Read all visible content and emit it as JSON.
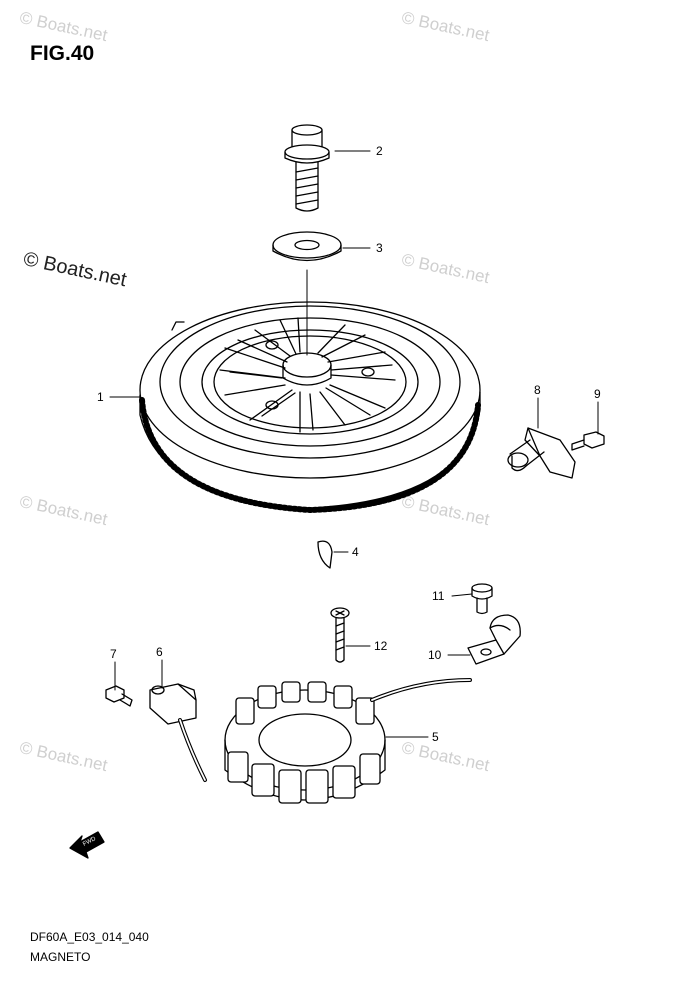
{
  "figure": {
    "title": "FIG.40",
    "code": "DF60A_E03_014_040",
    "name": "MAGNETO"
  },
  "watermark": {
    "text": "© Boats.net",
    "primary_text": "© Boats.net"
  },
  "callouts": [
    {
      "id": "1",
      "part": "flywheel"
    },
    {
      "id": "2",
      "part": "flywheel-bolt"
    },
    {
      "id": "3",
      "part": "washer"
    },
    {
      "id": "4",
      "part": "key"
    },
    {
      "id": "5",
      "part": "stator"
    },
    {
      "id": "6",
      "part": "pulser-coil"
    },
    {
      "id": "7",
      "part": "pulser-coil-screw"
    },
    {
      "id": "8",
      "part": "sensor"
    },
    {
      "id": "9",
      "part": "sensor-bolt"
    },
    {
      "id": "10",
      "part": "clamp"
    },
    {
      "id": "11",
      "part": "clamp-bolt"
    },
    {
      "id": "12",
      "part": "stator-screw"
    }
  ],
  "fwd_label": "FWD"
}
